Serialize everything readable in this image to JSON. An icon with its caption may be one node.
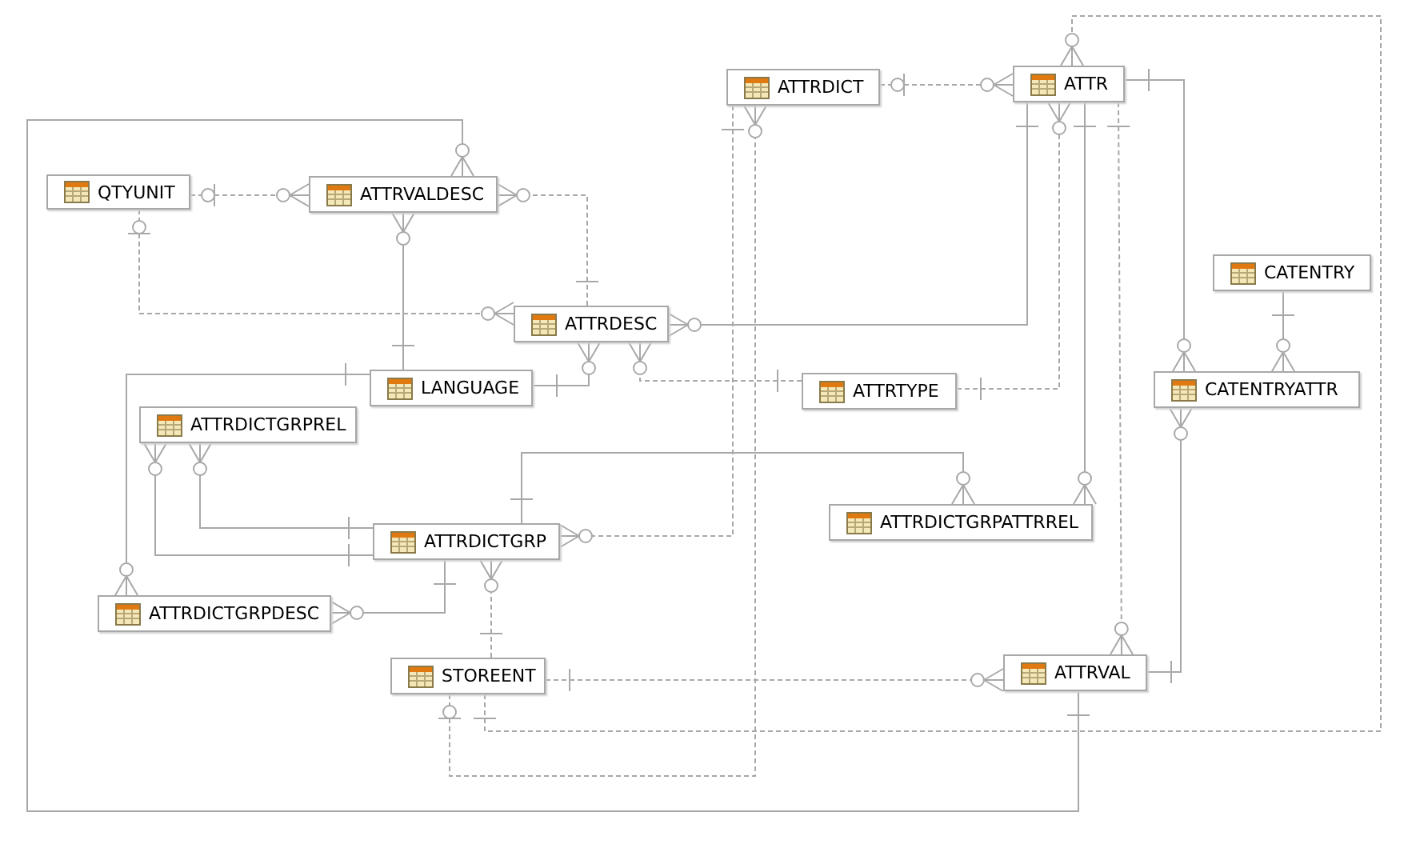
{
  "diagram": {
    "nodes": [
      {
        "text": [
          "ATTRDICT"
        ]
      },
      {
        "text": [
          "ATTR"
        ]
      },
      {
        "text": [
          "QTYUNIT"
        ]
      },
      {
        "text": [
          "ATTRVALDESC"
        ]
      },
      {
        "text": [
          "CATENTRY"
        ]
      },
      {
        "text": [
          "ATTRDESC"
        ]
      },
      {
        "text": [
          "LANGUAGE"
        ]
      },
      {
        "text": [
          "ATTRTYPE"
        ]
      },
      {
        "text": [
          "CATENTRYATTR"
        ]
      },
      {
        "text": [
          "ATTRDICTGRPREL"
        ]
      },
      {
        "text": [
          "ATTRDICTGRPATTRREL"
        ]
      },
      {
        "text": [
          "ATTRDICTGRP"
        ]
      },
      {
        "text": [
          "ATTRDICTGRPDESC"
        ]
      },
      {
        "text": [
          "STOREENT"
        ]
      },
      {
        "text": [
          "ATTRVAL"
        ]
      }
    ],
    "edges": [
      {
        "from": 0,
        "to": 1,
        "arrow": "other",
        "style": "dashed"
      },
      {
        "from": 2,
        "to": 3,
        "arrow": "other",
        "style": "dashed"
      },
      {
        "from": 14,
        "to": 3,
        "arrow": "other"
      },
      {
        "from": 5,
        "to": 3,
        "arrow": "other",
        "style": "dashed"
      },
      {
        "from": 6,
        "to": 3,
        "arrow": "other"
      },
      {
        "from": 2,
        "to": 5,
        "arrow": "other",
        "style": "dashed"
      },
      {
        "from": 1,
        "to": 5,
        "arrow": "other"
      },
      {
        "from": 6,
        "to": 5,
        "arrow": "other"
      },
      {
        "from": 7,
        "to": 5,
        "arrow": "other",
        "style": "dashed"
      },
      {
        "from": 7,
        "to": 1,
        "arrow": "other",
        "style": "dashed"
      },
      {
        "from": 1,
        "to": 8,
        "arrow": "other"
      },
      {
        "from": 4,
        "to": 8,
        "arrow": "other"
      },
      {
        "from": 14,
        "to": 8,
        "arrow": "other"
      },
      {
        "from": 13,
        "to": 1,
        "arrow": "other",
        "style": "dashed"
      },
      {
        "from": 13,
        "to": 0,
        "arrow": "other",
        "style": "dashed"
      },
      {
        "from": 0,
        "to": 11,
        "arrow": "other",
        "style": "dashed"
      },
      {
        "from": 1,
        "to": 10,
        "arrow": "other"
      },
      {
        "from": 1,
        "to": 14,
        "arrow": "other",
        "style": "dashed"
      },
      {
        "from": 11,
        "to": 10,
        "arrow": "other"
      },
      {
        "from": 11,
        "to": 9,
        "arrow": "other"
      },
      {
        "from": 11,
        "to": 9,
        "arrow": "other"
      },
      {
        "from": 11,
        "to": 12,
        "arrow": "other"
      },
      {
        "from": 13,
        "to": 11,
        "arrow": "other",
        "style": "dashed"
      },
      {
        "from": 13,
        "to": 14,
        "arrow": "other",
        "style": "dashed"
      },
      {
        "from": 6,
        "to": 12,
        "arrow": "other"
      }
    ]
  }
}
